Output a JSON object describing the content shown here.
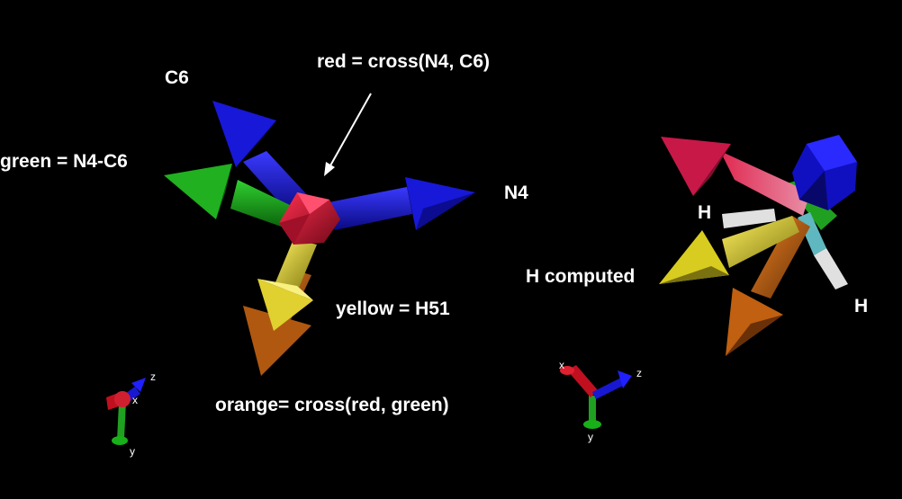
{
  "labels": {
    "red_def": "red = cross(N4, C6)",
    "c6": "C6",
    "green_def": "green = N4-C6",
    "n4": "N4",
    "yellow_def": "yellow = H51",
    "orange_def": "orange= cross(red, green)",
    "h_top": "H",
    "h_computed": "H computed",
    "h_right": "H"
  },
  "axes_left": {
    "x": "x",
    "y": "y",
    "z": "z"
  },
  "axes_right": {
    "x": "x",
    "y": "y",
    "z": "z"
  },
  "colors": {
    "background": "#000000",
    "blue": "#1a1ad0",
    "green": "#18a018",
    "red": "#c8102e",
    "yellow": "#d8cc20",
    "orange": "#c06010",
    "cyan": "#5fb8c0",
    "white": "#e0e0e0"
  }
}
